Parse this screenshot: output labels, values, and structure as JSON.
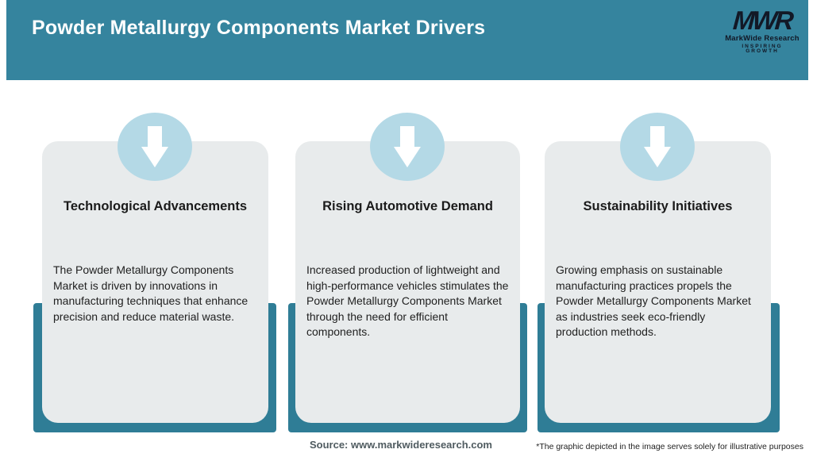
{
  "header": {
    "title": "Powder Metallurgy Components Market Drivers"
  },
  "logo": {
    "monogram": "MWR",
    "name": "MarkWide Research",
    "tagline": "INSPIRING GROWTH"
  },
  "cards": [
    {
      "title": "Technological Advancements",
      "body": "The Powder Metallurgy Components\nMarket is driven by innovations in\nmanufacturing techniques that enhance\nprecision and reduce material waste.",
      "icon": "down-arrow-icon"
    },
    {
      "title": "Rising Automotive Demand",
      "body": "Increased production of lightweight and\nhigh-performance vehicles stimulates the\nPowder Metallurgy Components Market\nthrough the need for efficient\ncomponents.",
      "icon": "down-arrow-icon"
    },
    {
      "title": "Sustainability Initiatives",
      "body": "Growing emphasis on sustainable\nmanufacturing practices propels the\nPowder Metallurgy Components Market\nas industries seek eco-friendly\nproduction methods.",
      "icon": "down-arrow-icon"
    }
  ],
  "footer": {
    "source": "Source: www.markwideresearch.com",
    "disclaimer": "*The graphic depicted in the image serves solely for illustrative purposes"
  },
  "colors": {
    "header_teal": "#35849E",
    "backdrop_teal": "#2F7D96",
    "card_gray": "#E8EBEC",
    "circle_blue": "#B4D9E6",
    "arrow": "#FFFFFF",
    "logo_dark": "#121826"
  }
}
